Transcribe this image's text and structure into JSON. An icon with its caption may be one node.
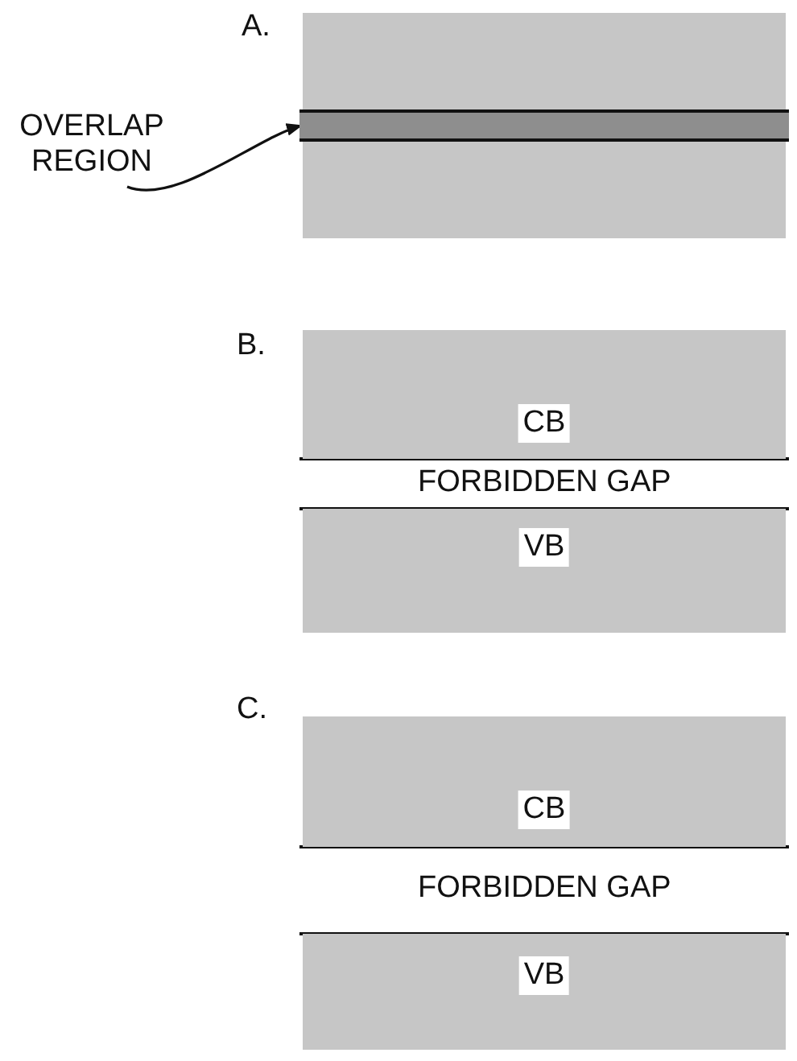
{
  "diagram": {
    "nodes": [
      {
        "text": [
          "OVERLAP REGION"
        ]
      },
      {
        "text": [],
        "shape": "bar"
      },
      {
        "text": [
          "CB"
        ]
      },
      {
        "text": [
          "VB"
        ]
      },
      {
        "text": [
          "CB"
        ]
      },
      {
        "text": [
          "VB"
        ]
      }
    ],
    "edges": [
      {
        "from": 0,
        "to": 1,
        "arrow": "to"
      }
    ],
    "labels": [
      "A.",
      "B.",
      "FORBIDDEN GAP",
      "C.",
      "FORBIDDEN GAP"
    ]
  }
}
